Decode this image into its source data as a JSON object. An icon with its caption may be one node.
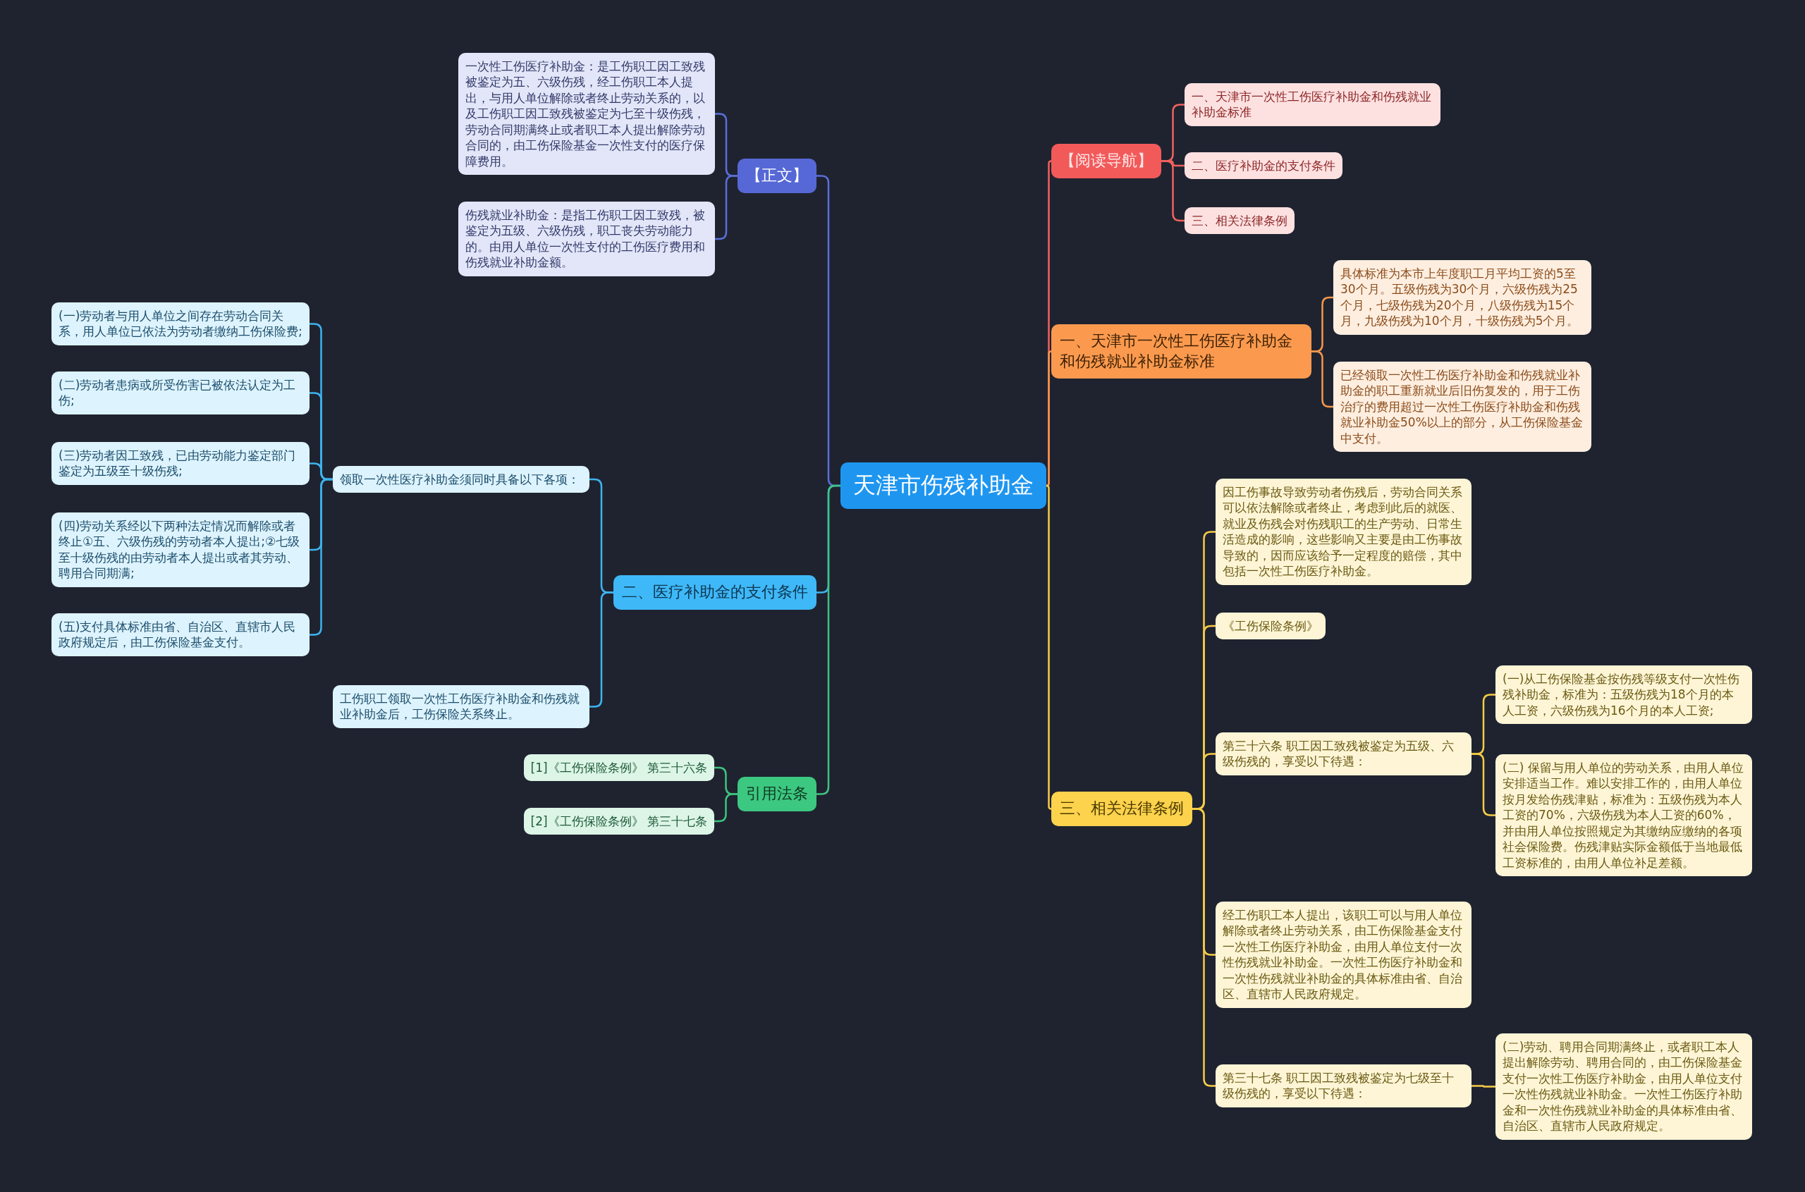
{
  "diagram": {
    "nodes": [
      {
        "text": [
          "天津市伤残补助金"
        ]
      },
      {
        "text": [
          "【阅读导航】"
        ]
      },
      {
        "text": [
          "一、天津市一次性工伤医疗补助金和伤残就业补助金标准"
        ]
      },
      {
        "text": [
          "二、医疗补助金的支付条件"
        ]
      },
      {
        "text": [
          "三、相关法律条例"
        ]
      },
      {
        "text": [
          "一、天津市一次性工伤医疗补助金和伤残就业补助金标准"
        ]
      },
      {
        "text": [
          "具体标准为本市上年度职工月平均工资的5至30个月。五级伤残为30个月，六级伤残为25个月，七级伤残为20个月，八级伤残为15个月，九级伤残为10个月，十级伤残为5个月。"
        ]
      },
      {
        "text": [
          "已经领取一次性工伤医疗补助金和伤残就业补助金的职工重新就业后旧伤复发的，用于工伤治疗的费用超过一次性工伤医疗补助金和伤残就业补助金50%以上的部分，从工伤保险基金中支付。"
        ]
      },
      {
        "text": [
          "三、相关法律条例"
        ]
      },
      {
        "text": [
          "因工伤事故导致劳动者伤残后，劳动合同关系可以依法解除或者终止，考虑到此后的就医、就业及伤残会对伤残职工的生产劳动、日常生活造成的影响，这些影响又主要是由工伤事故导致的，因而应该给予一定程度的赔偿，其中包括一次性工伤医疗补助金。"
        ]
      },
      {
        "text": [
          "《工伤保险条例》"
        ]
      },
      {
        "text": [
          "第三十六条 职工因工致残被鉴定为五级、六级伤残的，享受以下待遇："
        ]
      },
      {
        "text": [
          "(一)从工伤保险基金按伤残等级支付一次性伤残补助金，标准为：五级伤残为18个月的本人工资，六级伤残为16个月的本人工资;"
        ]
      },
      {
        "text": [
          "(二) 保留与用人单位的劳动关系，由用人单位安排适当工作。难以安排工作的，由用人单位按月发给伤残津贴，标准为：五级伤残为本人工资的70%，六级伤残为本人工资的60%，并由用人单位按照规定为其缴纳应缴纳的各项社会保险费。伤残津贴实际金额低于当地最低工资标准的，由用人单位补足差额。"
        ]
      },
      {
        "text": [
          "经工伤职工本人提出，该职工可以与用人单位解除或者终止劳动关系，由工伤保险基金支付一次性工伤医疗补助金，由用人单位支付一次性伤残就业补助金。一次性工伤医疗补助金和一次性伤残就业补助金的具体标准由省、自治区、直辖市人民政府规定。"
        ]
      },
      {
        "text": [
          "第三十七条 职工因工致残被鉴定为七级至十级伤残的，享受以下待遇："
        ]
      },
      {
        "text": [
          "(二)劳动、聘用合同期满终止，或者职工本人提出解除劳动、聘用合同的，由工伤保险基金支付一次性工伤医疗补助金，由用人单位支付一次性伤残就业补助金。一次性工伤医疗补助金和一次性伤残就业补助金的具体标准由省、自治区、直辖市人民政府规定。"
        ]
      },
      {
        "text": [
          "【正文】"
        ]
      },
      {
        "text": [
          "一次性工伤医疗补助金：是工伤职工因工致残被鉴定为五、六级伤残，经工伤职工本人提出，与用人单位解除或者终止劳动关系的，以及工伤职工因工致残被鉴定为七至十级伤残，劳动合同期满终止或者职工本人提出解除劳动合同的，由工伤保险基金一次性支付的医疗保障费用。"
        ]
      },
      {
        "text": [
          "伤残就业补助金：是指工伤职工因工致残，被鉴定为五级、六级伤残，职工丧失劳动能力的。由用人单位一次性支付的工伤医疗费用和伤残就业补助金额。"
        ]
      },
      {
        "text": [
          "二、医疗补助金的支付条件"
        ]
      },
      {
        "text": [
          "领取一次性医疗补助金须同时具备以下各项："
        ]
      },
      {
        "text": [
          "(一)劳动者与用人单位之间存在劳动合同关系，用人单位已依法为劳动者缴纳工伤保险费;"
        ]
      },
      {
        "text": [
          "(二)劳动者患病或所受伤害已被依法认定为工伤;"
        ]
      },
      {
        "text": [
          "(三)劳动者因工致残，已由劳动能力鉴定部门鉴定为五级至十级伤残;"
        ]
      },
      {
        "text": [
          "(四)劳动关系经以下两种法定情况而解除或者终止①五、六级伤残的劳动者本人提出;②七级至十级伤残的由劳动者本人提出或者其劳动、聘用合同期满;"
        ]
      },
      {
        "text": [
          "(五)支付具体标准由省、自治区、直辖市人民政府规定后，由工伤保险基金支付。"
        ]
      },
      {
        "text": [
          "工伤职工领取一次性工伤医疗补助金和伤残就业补助金后，工伤保险关系终止。"
        ]
      },
      {
        "text": [
          "引用法条"
        ]
      },
      {
        "text": [
          "[1]《工伤保险条例》 第三十六条"
        ]
      },
      {
        "text": [
          "[2]《工伤保险条例》 第三十七条"
        ]
      }
    ],
    "edges": [
      {
        "from": 0,
        "to": 1,
        "arrow": "none",
        "color": "#f0625d"
      },
      {
        "from": 1,
        "to": 2,
        "arrow": "none",
        "color": "#f0625d"
      },
      {
        "from": 1,
        "to": 3,
        "arrow": "none",
        "color": "#f0625d"
      },
      {
        "from": 1,
        "to": 4,
        "arrow": "none",
        "color": "#f0625d"
      },
      {
        "from": 0,
        "to": 5,
        "arrow": "none",
        "color": "#f5964a"
      },
      {
        "from": 5,
        "to": 6,
        "arrow": "none",
        "color": "#f5964a"
      },
      {
        "from": 5,
        "to": 7,
        "arrow": "none",
        "color": "#f5964a"
      },
      {
        "from": 0,
        "to": 8,
        "arrow": "none",
        "color": "#f7cc45"
      },
      {
        "from": 8,
        "to": 9,
        "arrow": "none",
        "color": "#f7cc45"
      },
      {
        "from": 8,
        "to": 10,
        "arrow": "none",
        "color": "#f7cc45"
      },
      {
        "from": 8,
        "to": 11,
        "arrow": "none",
        "color": "#f7cc45"
      },
      {
        "from": 11,
        "to": 12,
        "arrow": "none",
        "color": "#f7cc45"
      },
      {
        "from": 11,
        "to": 13,
        "arrow": "none",
        "color": "#f7cc45"
      },
      {
        "from": 8,
        "to": 14,
        "arrow": "none",
        "color": "#f7cc45"
      },
      {
        "from": 8,
        "to": 15,
        "arrow": "none",
        "color": "#f7cc45"
      },
      {
        "from": 15,
        "to": 16,
        "arrow": "none",
        "color": "#f7cc45"
      },
      {
        "from": 0,
        "to": 17,
        "arrow": "none",
        "color": "#5a6fd8"
      },
      {
        "from": 17,
        "to": 18,
        "arrow": "none",
        "color": "#5a6fd8"
      },
      {
        "from": 17,
        "to": 19,
        "arrow": "none",
        "color": "#5a6fd8"
      },
      {
        "from": 0,
        "to": 20,
        "arrow": "none",
        "color": "#3db4ee"
      },
      {
        "from": 20,
        "to": 21,
        "arrow": "none",
        "color": "#3db4ee"
      },
      {
        "from": 21,
        "to": 22,
        "arrow": "none",
        "color": "#3db4ee"
      },
      {
        "from": 21,
        "to": 23,
        "arrow": "none",
        "color": "#3db4ee"
      },
      {
        "from": 21,
        "to": 24,
        "arrow": "none",
        "color": "#3db4ee"
      },
      {
        "from": 21,
        "to": 25,
        "arrow": "none",
        "color": "#3db4ee"
      },
      {
        "from": 21,
        "to": 26,
        "arrow": "none",
        "color": "#3db4ee"
      },
      {
        "from": 20,
        "to": 27,
        "arrow": "none",
        "color": "#3db4ee"
      },
      {
        "from": 0,
        "to": 28,
        "arrow": "none",
        "color": "#3ec47f"
      },
      {
        "from": 28,
        "to": 29,
        "arrow": "none",
        "color": "#3ec47f"
      },
      {
        "from": 28,
        "to": 30,
        "arrow": "none",
        "color": "#3ec47f"
      }
    ]
  }
}
